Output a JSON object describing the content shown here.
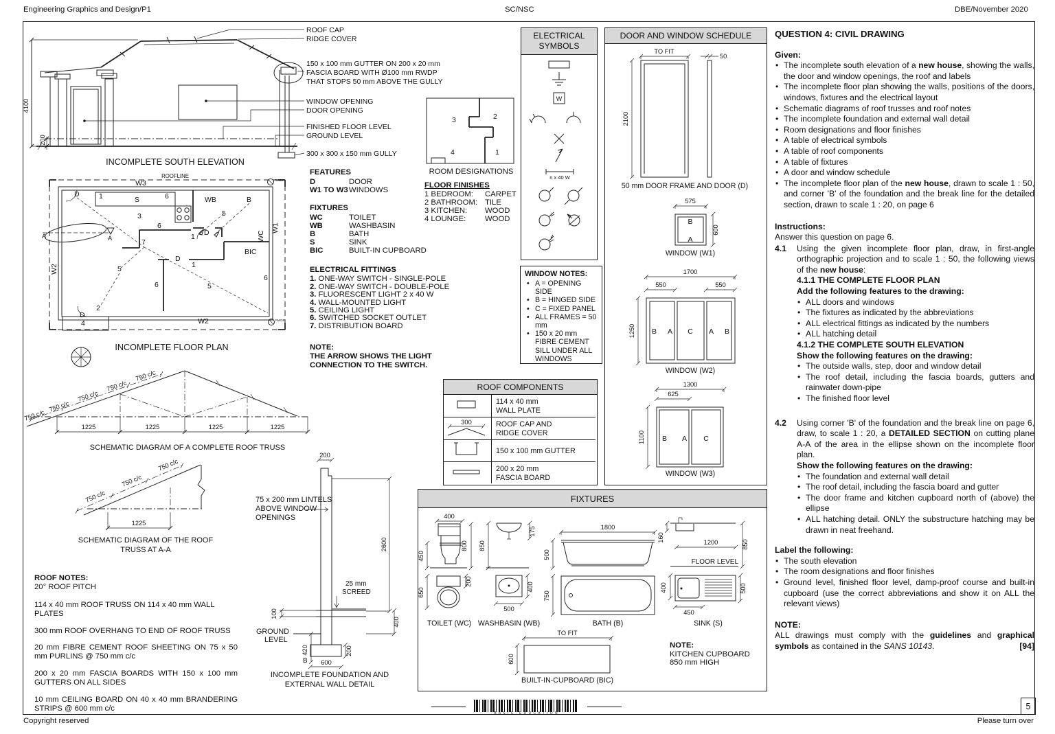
{
  "header": {
    "left": "Engineering Graphics and Design/P1",
    "center": "SC/NSC",
    "right": "DBE/November 2020"
  },
  "footer": {
    "left": "Copyright reserved",
    "right": "Please turn over",
    "page": "5",
    "barcode_caption": "B A S I C - E D U C A T I O N"
  },
  "elevation": {
    "title": "INCOMPLETE SOUTH ELEVATION",
    "dims": {
      "height": "4100",
      "step": "200"
    },
    "labels": {
      "roof_cap": "ROOF CAP",
      "ridge_cover": "RIDGE COVER",
      "gutter1": "150 x 100 mm GUTTER ON 200 x 20 mm",
      "gutter2": "FASCIA BOARD WITH Ø100 mm RWDP",
      "gutter3": "THAT STOPS 50 mm ABOVE THE GULLY",
      "window": "WINDOW OPENING",
      "door": "DOOR OPENING",
      "ffl": "FINISHED FLOOR LEVEL",
      "gl": "GROUND LEVEL",
      "gully": "300 x 300 x 150 mm GULLY"
    }
  },
  "floor_plan": {
    "title": "INCOMPLETE FLOOR PLAN",
    "roofline": "ROOFLINE",
    "w1": "W1",
    "w2_left": "W2",
    "w2_bottom": "W2",
    "w3": "W3",
    "s": "S",
    "wb": "WB",
    "b": "B",
    "wc": "WC",
    "bic": "BIC",
    "d": "D",
    "n1": "1",
    "n2": "2",
    "n3": "3",
    "n4": "4",
    "n5": "5",
    "n6": "6",
    "n7": "7",
    "a": "A",
    "rwdp": "RWDP"
  },
  "features": {
    "title": "FEATURES",
    "rows": [
      [
        "D",
        "DOOR"
      ],
      [
        "W1 TO W3",
        "WINDOWS"
      ]
    ]
  },
  "fixtures_list": {
    "title": "FIXTURES",
    "rows": [
      [
        "WC",
        "TOILET"
      ],
      [
        "WB",
        "WASHBASIN"
      ],
      [
        "B",
        "BATH"
      ],
      [
        "S",
        "SINK"
      ],
      [
        "BIC",
        "BUILT-IN CUPBOARD"
      ]
    ]
  },
  "electrical_fittings": {
    "title": "ELECTRICAL FITTINGS",
    "items": [
      [
        {
          "t": "1.",
          "b": 1
        },
        {
          "t": " ONE-WAY SWITCH - SINGLE-POLE"
        }
      ],
      [
        {
          "t": "2.",
          "b": 1
        },
        {
          "t": " ONE-WAY SWITCH - DOUBLE-POLE"
        }
      ],
      [
        {
          "t": "3.",
          "b": 1
        },
        {
          "t": " FLUORESCENT LIGHT 2 x 40 W"
        }
      ],
      [
        {
          "t": "4.",
          "b": 1
        },
        {
          "t": " WALL-MOUNTED LIGHT"
        }
      ],
      [
        {
          "t": "5.",
          "b": 1
        },
        {
          "t": " CEILING LIGHT"
        }
      ],
      [
        {
          "t": "6.",
          "b": 1
        },
        {
          "t": " SWITCHED SOCKET OUTLET"
        }
      ],
      [
        {
          "t": "7.",
          "b": 1
        },
        {
          "t": " DISTRIBUTION BOARD"
        }
      ]
    ]
  },
  "wiring_note": {
    "l1": "NOTE:",
    "l2": "THE ARROW SHOWS THE LIGHT",
    "l3": "CONNECTION TO THE SWITCH."
  },
  "room_designations": {
    "caption": "ROOM DESIGNATIONS",
    "n3": "3",
    "n2": "2",
    "n4": "4",
    "n1": "1"
  },
  "floor_finishes": {
    "title": "FLOOR FINISHES",
    "rows": [
      [
        "1 BEDROOM:",
        "CARPET"
      ],
      [
        "2 BATHROOM:",
        "TILE"
      ],
      [
        "3 KITCHEN:",
        "WOOD"
      ],
      [
        "4 LOUNGE:",
        "WOOD"
      ]
    ]
  },
  "electrical_symbols": {
    "title1": "ELECTRICAL",
    "title2": "SYMBOLS",
    "w": "W",
    "fluorescent": "n x 40 W"
  },
  "window_notes": {
    "title": "WINDOW NOTES:",
    "items": [
      "A = OPENING SIDE",
      "B = HINGED SIDE",
      "C = FIXED PANEL",
      "ALL FRAMES = 50 mm",
      "150 x 20 mm FIBRE CEMENT SILL UNDER ALL WINDOWS"
    ]
  },
  "roof_components": {
    "title": "ROOF COMPONENTS",
    "rows": [
      {
        "l1": "114 x 40 mm",
        "l2": "WALL PLATE",
        "dim": ""
      },
      {
        "l1": "ROOF CAP AND",
        "l2": "RIDGE COVER",
        "dim": "300"
      },
      {
        "l1": "150 x 100 mm GUTTER",
        "l2": "",
        "dim": ""
      },
      {
        "l1": "200 x 20 mm",
        "l2": "FASCIA BOARD",
        "dim": ""
      }
    ]
  },
  "schedule": {
    "title": "DOOR AND WINDOW SCHEDULE",
    "door": {
      "w": "TO FIT",
      "t": "50",
      "h": "2100",
      "caption": "50 mm DOOR FRAME AND DOOR (D)"
    },
    "w1": {
      "w": "575",
      "h": "600",
      "top": "B",
      "bottom": "A",
      "caption": "WINDOW (W1)"
    },
    "w2": {
      "w": "1700",
      "seg_l": "550",
      "seg_r": "550",
      "h": "1250",
      "p": [
        "B",
        "A",
        "C",
        "A",
        "B"
      ],
      "caption": "WINDOW (W2)"
    },
    "w3": {
      "w": "1300",
      "seg": "625",
      "h": "1100",
      "p": [
        "B",
        "A",
        "C"
      ],
      "caption": "WINDOW (W3)"
    }
  },
  "fixtures_panel": {
    "title": "FIXTURES",
    "toilet": {
      "d1": "400",
      "d2": "450",
      "d3": "800",
      "d4": "650",
      "d5": "200",
      "caption": "TOILET (WC)"
    },
    "washbasin": {
      "d1": "850",
      "d2": "175",
      "d3": "500",
      "d4": "400",
      "caption": "WASHBASIN (WB)"
    },
    "bath": {
      "d1": "1800",
      "d2": "500",
      "d3": "750",
      "caption": "BATH (B)"
    },
    "sink": {
      "d1": "160",
      "d2": "1200",
      "d3": "850",
      "d4": "400",
      "d5": "450",
      "d6": "500",
      "floor": "FLOOR LEVEL",
      "caption": "SINK (S)"
    },
    "bic": {
      "w": "TO FIT",
      "h": "600",
      "caption": "BUILT-IN-CUPBOARD (BIC)"
    },
    "note": {
      "l1": "NOTE:",
      "l2": "KITCHEN CUPBOARD",
      "l3": "850 mm HIGH"
    }
  },
  "truss": {
    "title": "SCHEMATIC DIAGRAM OF A COMPLETE ROOF TRUSS",
    "cc": "750 c/c",
    "dim": "1225"
  },
  "truss_aa": {
    "title1": "SCHEMATIC DIAGRAM OF THE ROOF",
    "title2": "TRUSS AT A-A",
    "cc": "750 c/c",
    "dim": "1225"
  },
  "lintels": {
    "l1": "75 x 200 mm LINTELS",
    "l2": "ABOVE  WINDOW",
    "l3": "OPENINGS"
  },
  "foundation": {
    "title1": "INCOMPLETE FOUNDATION AND",
    "title2": "EXTERNAL WALL DETAIL",
    "d200t": "200",
    "d2600": "2600",
    "screed1": "25 mm",
    "screed2": "SCREED",
    "d100": "100",
    "d400": "400",
    "gl1": "GROUND",
    "gl2": "LEVEL",
    "d420": "420",
    "d200f": "200",
    "b": "B",
    "d600": "600"
  },
  "roof_notes": {
    "title": "ROOF NOTES:",
    "paras": [
      "20° ROOF PITCH",
      "114 x 40 mm ROOF TRUSS ON 114 x 40 mm WALL PLATES",
      "300 mm ROOF OVERHANG TO END OF ROOF TRUSS",
      "20 mm FIBRE CEMENT ROOF SHEETING ON 75 x 50 mm PURLINS @ 750 mm c/c",
      "200 x 20 mm FASCIA BOARDS WITH 150 x 100 mm GUTTERS ON ALL SIDES",
      "10 mm CEILING BOARD ON 40 x 40 mm BRANDERING STRIPS @ 600 mm c/c"
    ]
  },
  "question": {
    "title": "QUESTION 4:  CIVIL DRAWING",
    "given_heading": "Given:",
    "given": [
      [
        {
          "t": "The incomplete south elevation of a "
        },
        {
          "t": "new house",
          "b": 1
        },
        {
          "t": ", showing the walls, the door and window openings, the roof and labels"
        }
      ],
      [
        {
          "t": "The incomplete floor plan showing the walls, positions of the doors, windows, fixtures and the electrical layout"
        }
      ],
      [
        {
          "t": "Schematic diagrams of roof trusses and roof notes"
        }
      ],
      [
        {
          "t": "The incomplete foundation and external wall detail"
        }
      ],
      [
        {
          "t": "Room designations and floor finishes"
        }
      ],
      [
        {
          "t": "A table of electrical symbols"
        }
      ],
      [
        {
          "t": "A table of roof components"
        }
      ],
      [
        {
          "t": "A table of fixtures"
        }
      ],
      [
        {
          "t": "A door and window schedule"
        }
      ],
      [
        {
          "t": "The incomplete floor plan of the "
        },
        {
          "t": "new house",
          "b": 1
        },
        {
          "t": ", drawn to scale 1 : 50, and corner 'B' of the foundation and the break line for the detailed section, drawn to scale 1 : 20, on page 6"
        }
      ]
    ],
    "instructions_heading": "Instructions:",
    "answer_line": "Answer this question on page 6.",
    "q41_num": "4.1",
    "q41": [
      {
        "t": "Using the given incomplete floor plan, draw, in first-angle orthographic projection and to scale 1 : 50, the following views of the "
      },
      {
        "t": "new house",
        "b": 1
      },
      {
        "t": ":"
      }
    ],
    "q411_heading": [
      {
        "t": "4.1.1 THE COMPLETE FLOOR PLAN",
        "b": 1
      }
    ],
    "q411_sub": [
      {
        "t": "Add the following features to the drawing:",
        "b": 1
      }
    ],
    "q411_items": [
      "ALL doors and windows",
      "The fixtures as indicated by the abbreviations",
      "ALL electrical fittings as indicated by the numbers",
      "ALL hatching detail"
    ],
    "q412_heading": [
      {
        "t": "4.1.2 THE COMPLETE SOUTH ELEVATION",
        "b": 1
      }
    ],
    "q412_sub": [
      {
        "t": "Show the following features on the drawing:",
        "b": 1
      }
    ],
    "q412_items": [
      "The outside walls, step, door and window detail",
      "The roof detail, including the fascia boards, gutters and rainwater down-pipe",
      "The finished floor level"
    ],
    "q42_num": "4.2",
    "q42": [
      {
        "t": "Using corner 'B' of the foundation and the break line on page 6, draw, to scale 1 : 20, a "
      },
      {
        "t": "DETAILED SECTION",
        "b": 1
      },
      {
        "t": " on cutting plane A-A of the area in the ellipse shown on the incomplete floor plan."
      }
    ],
    "q42_sub": [
      {
        "t": "Show the following features on the drawing:",
        "b": 1
      }
    ],
    "q42_items": [
      "The foundation and external wall detail",
      "The roof detail, including the fascia board and gutter",
      "The door frame and kitchen cupboard north of (above) the ellipse",
      "ALL hatching detail. ONLY the substructure hatching may be drawn in neat freehand."
    ],
    "label_heading": [
      {
        "t": "Label the following:",
        "b": 1
      }
    ],
    "label_items": [
      "The south elevation",
      "The room designations and floor finishes",
      "Ground level, finished floor level, damp-proof course and built-in cupboard (use the correct abbreviations and show it on ALL the relevant views)"
    ],
    "note_heading": "NOTE:",
    "note": [
      {
        "t": "ALL drawings must comply with the "
      },
      {
        "t": "guidelines",
        "b": 1
      },
      {
        "t": " and "
      },
      {
        "t": "graphical symbols",
        "b": 1
      },
      {
        "t": " as contained in the "
      },
      {
        "t": "SANS 10143",
        "i": 1
      },
      {
        "t": "."
      }
    ],
    "mark": "[94]"
  }
}
